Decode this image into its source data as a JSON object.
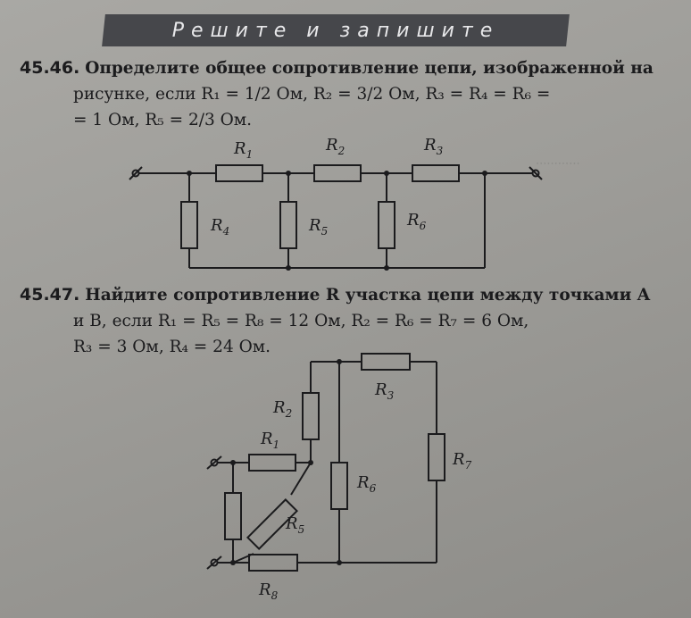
{
  "header": {
    "title": "Решите и запишите"
  },
  "problems": [
    {
      "number": "45.46.",
      "lines": [
        "Определите общее сопротивление цепи, изображенной на",
        "рисунке, если R₁ = 1/2 Ом, R₂ = 3/2 Ом, R₃ = R₄ = R₆ =",
        "= 1 Ом, R₅ = 2/3 Ом."
      ]
    },
    {
      "number": "45.47.",
      "lines": [
        "Найдите сопротивление R участка цепи между точками A",
        "и B, если R₁ = R₅ = R₈ = 12 Ом, R₂ = R₆ = R₇ = 6 Ом,",
        "R₃ = 3 Ом, R₄ = 24 Ом."
      ]
    }
  ],
  "circuit1": {
    "labels": {
      "r1": "R1",
      "r2": "R2",
      "r3": "R3",
      "r4": "R4",
      "r5": "R5",
      "r6": "R6"
    }
  },
  "circuit2": {
    "labels": {
      "r1": "R1",
      "r2": "R2",
      "r3": "R3",
      "r5": "R5",
      "r6": "R6",
      "r7": "R7",
      "r8": "R8"
    }
  },
  "colors": {
    "page": "#a3a29e",
    "header_bar": "#46474b",
    "ink": "#1b1b1d"
  }
}
